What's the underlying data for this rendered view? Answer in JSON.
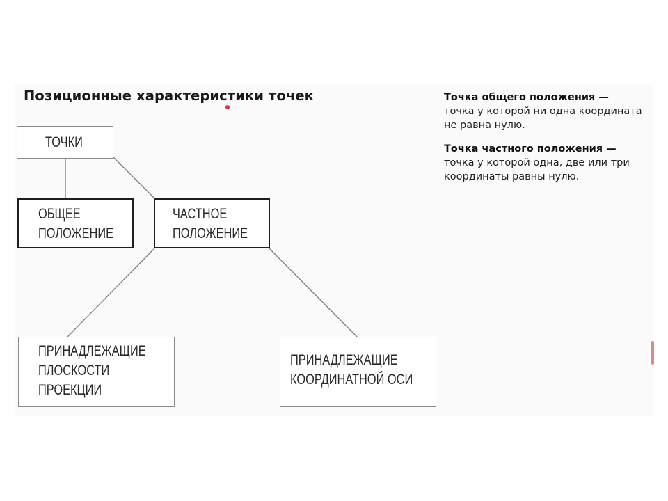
{
  "slide": {
    "title": "Позиционные характеристики точек"
  },
  "diagram": {
    "nodes": [
      {
        "id": "points",
        "lines": [
          "ТОЧКИ"
        ]
      },
      {
        "id": "general",
        "lines": [
          "ОБЩЕЕ",
          "ПОЛОЖЕНИЕ"
        ]
      },
      {
        "id": "special",
        "lines": [
          "ЧАСТНОЕ",
          "ПОЛОЖЕНИЕ"
        ]
      },
      {
        "id": "planes",
        "lines": [
          "ПРИНАДЛЕЖАЩИЕ",
          "ПЛОСКОСТИ",
          "ПРОЕКЦИИ"
        ]
      },
      {
        "id": "axis",
        "lines": [
          "ПРИНАДЛЕЖАЩИЕ",
          "КООРДИНАТНОЙ ОСИ"
        ]
      }
    ],
    "edges": [
      {
        "from": "points",
        "to": "general"
      },
      {
        "from": "points",
        "to": "special"
      },
      {
        "from": "special",
        "to": "planes"
      },
      {
        "from": "special",
        "to": "axis"
      }
    ]
  },
  "definitions": [
    {
      "term": "Точка общего положения",
      "dash": " —",
      "text": "точка у которой ни одна координата не равна нулю."
    },
    {
      "term": "Точка частного положения",
      "dash": " —",
      "text": "точка у которой одна, две или три координаты равны нулю."
    }
  ],
  "colors": {
    "pointer": "#e0314b",
    "line": "#7a7a7a",
    "thick_border": "#1e1e1e",
    "thin_border": "#8a8a8a"
  }
}
